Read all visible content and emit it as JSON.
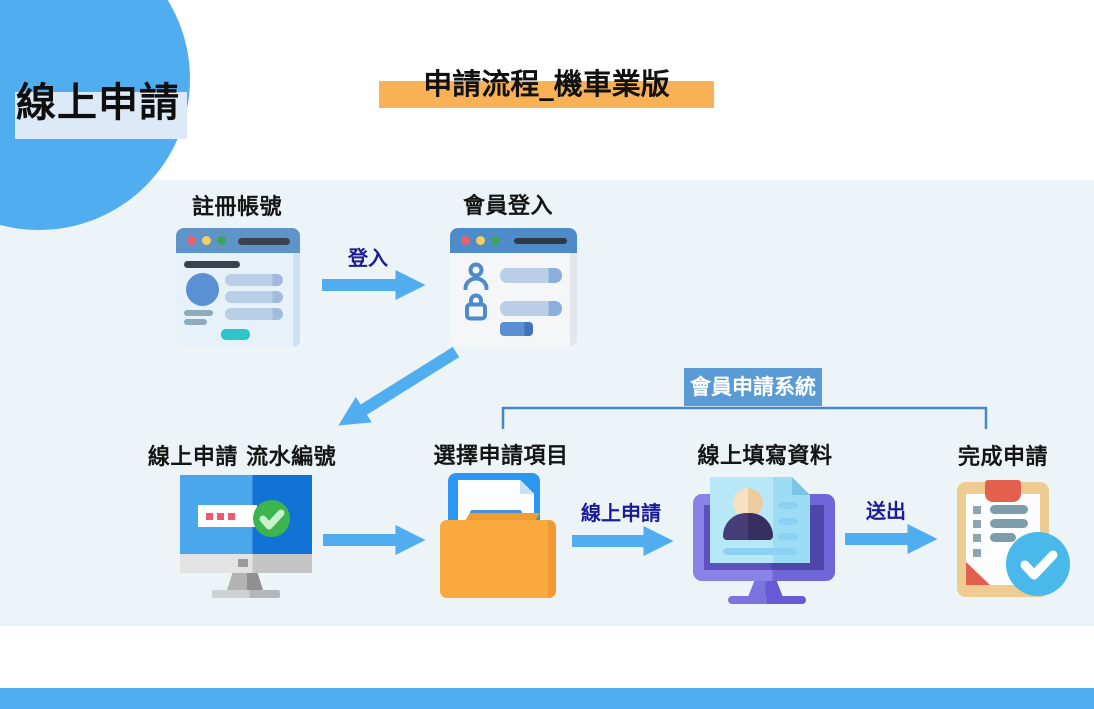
{
  "brand": {
    "label": "線上申請"
  },
  "header": {
    "title": "申請流程_機車業版"
  },
  "flow": {
    "steps": [
      {
        "name": "register",
        "label": "註冊帳號",
        "icon": "browser-profile-window-icon"
      },
      {
        "name": "login",
        "label": "會員登入",
        "icon": "browser-login-window-icon"
      },
      {
        "name": "serial-number",
        "label": "線上申請 流水編號",
        "icon": "desktop-password-check-icon"
      },
      {
        "name": "select-item",
        "label": "選擇申請項目",
        "icon": "folder-with-document-icon"
      },
      {
        "name": "fill-form",
        "label": "線上填寫資料",
        "icon": "monitor-profile-form-icon"
      },
      {
        "name": "complete",
        "label": "完成申請",
        "icon": "clipboard-check-icon"
      }
    ],
    "arrows": [
      {
        "from": "register",
        "to": "login",
        "label": "登入"
      },
      {
        "from": "login",
        "to": "serial-number",
        "label": ""
      },
      {
        "from": "serial-number",
        "to": "select-item",
        "label": ""
      },
      {
        "from": "select-item",
        "to": "fill-form",
        "label": "線上申請"
      },
      {
        "from": "fill-form",
        "to": "complete",
        "label": "送出"
      }
    ],
    "group_label": "會員申請系統"
  },
  "palette": {
    "accent_blue": "#4fadf0",
    "content_background": "#ecf4f7",
    "highlight_orange": "#f8b155",
    "banner_light_blue": "#dce9f7",
    "arrow_label_navy": "#1c1c99",
    "group_box_blue": "#5b9bd5",
    "bracket_blue": "#4488cc"
  }
}
